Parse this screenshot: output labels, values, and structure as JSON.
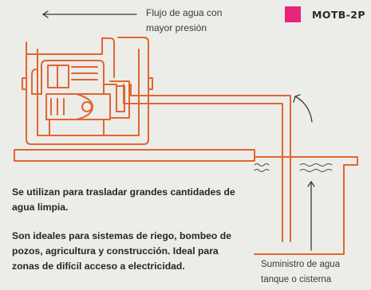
{
  "flow_label": [
    "Flujo de agua con",
    "mayor presión"
  ],
  "model_code": "MOTB-2P",
  "colors": {
    "accent": "#e6247a",
    "line_orange": "#e0662f",
    "background": "#ecece9"
  },
  "description": {
    "paragraph_1": "Se utilizan para trasladar grandes cantidades de agua limpia.",
    "paragraph_2": "Son ideales para sistemas de riego, bombeo de pozos, agricultura y construcción. Ideal para zonas de difícil acceso a electricidad."
  },
  "supply_label": [
    "Suministro de agua",
    "tanque o cisterna"
  ],
  "icons": [
    "left-arrow-icon",
    "up-curved-arrow-icon",
    "up-arrow-icon",
    "water-wave-icon"
  ]
}
